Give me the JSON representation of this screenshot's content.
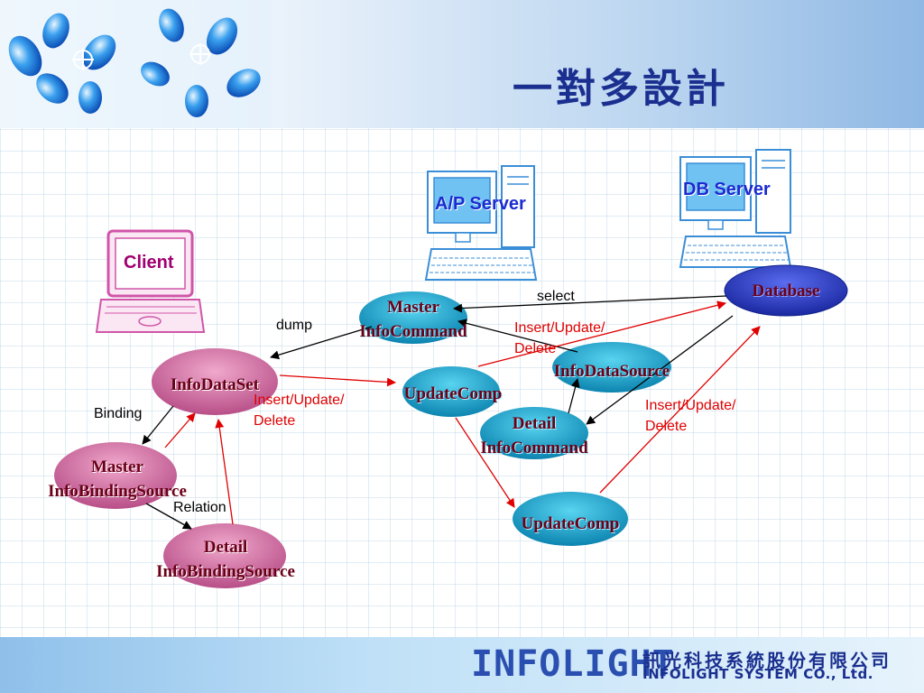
{
  "title": "一對多設計",
  "servers": {
    "client": "Client",
    "ap_server": "A/P Server",
    "db_server": "DB Server"
  },
  "nodes": {
    "database": "Database",
    "master_infocommand_line1": "Master",
    "master_infocommand_line2": "InfoCommand",
    "infodatasource": "InfoDataSource",
    "updatecomp_top": "UpdateComp",
    "detail_infocommand_line1": "Detail",
    "detail_infocommand_line2": "InfoCommand",
    "updatecomp_bottom": "UpdateComp",
    "infodataset": "InfoDataSet",
    "master_binding_line1": "Master",
    "master_binding_line2": "InfoBindingSource",
    "detail_binding_line1": "Detail",
    "detail_binding_line2": "InfoBindingSource"
  },
  "edge_labels": {
    "select": "select",
    "dump": "dump",
    "binding": "Binding",
    "relation": "Relation",
    "insert_update_delete_1a": "Insert/Update/",
    "insert_update_delete_1b": "Delete",
    "insert_update_delete_2a": "Insert/Update/",
    "insert_update_delete_2b": "Delete",
    "insert_update_delete_3a": "Insert/Update/",
    "insert_update_delete_3b": "Delete"
  },
  "footer": {
    "logo_text": "INFOLIGHT",
    "company_cn": "訊光科技系統股份有限公司",
    "company_en": "INFOLIGHT SYSTEM CO., Ltd."
  },
  "colors": {
    "title": "#1a2f8f",
    "pink_node": "#c8669a",
    "cyan_node": "#1aa6c8",
    "database_node": "#2f3fc0",
    "red_arrow": "#e00000",
    "black_arrow": "#000000"
  }
}
